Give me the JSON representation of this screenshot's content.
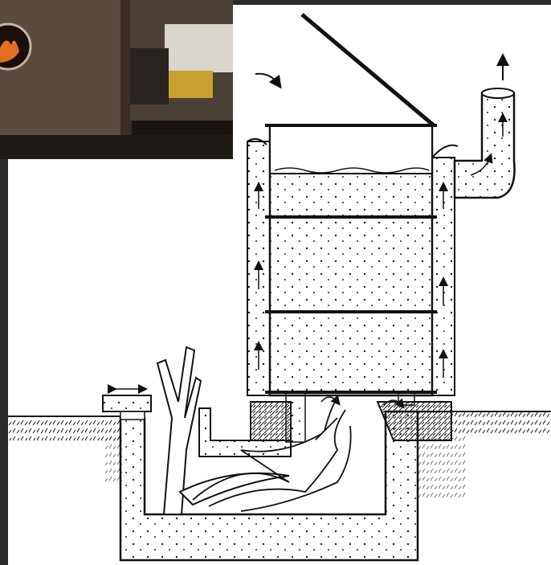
{
  "figure": {
    "description_free": true,
    "photo_inset": {
      "present": true
    },
    "drawing": {
      "style": "ink-sketch",
      "background": "#ffffff",
      "ink": "#111111"
    }
  },
  "colors": {
    "frame": "#2b2b2b",
    "photo_dark": "#1a1410",
    "photo_metal": "#5b4a40",
    "photo_glow": "#e07020",
    "paper": "#ffffff",
    "ink": "#111111"
  },
  "icons": [
    "airflow-arrow",
    "flame",
    "firewood",
    "barrel",
    "chimney",
    "lid"
  ]
}
